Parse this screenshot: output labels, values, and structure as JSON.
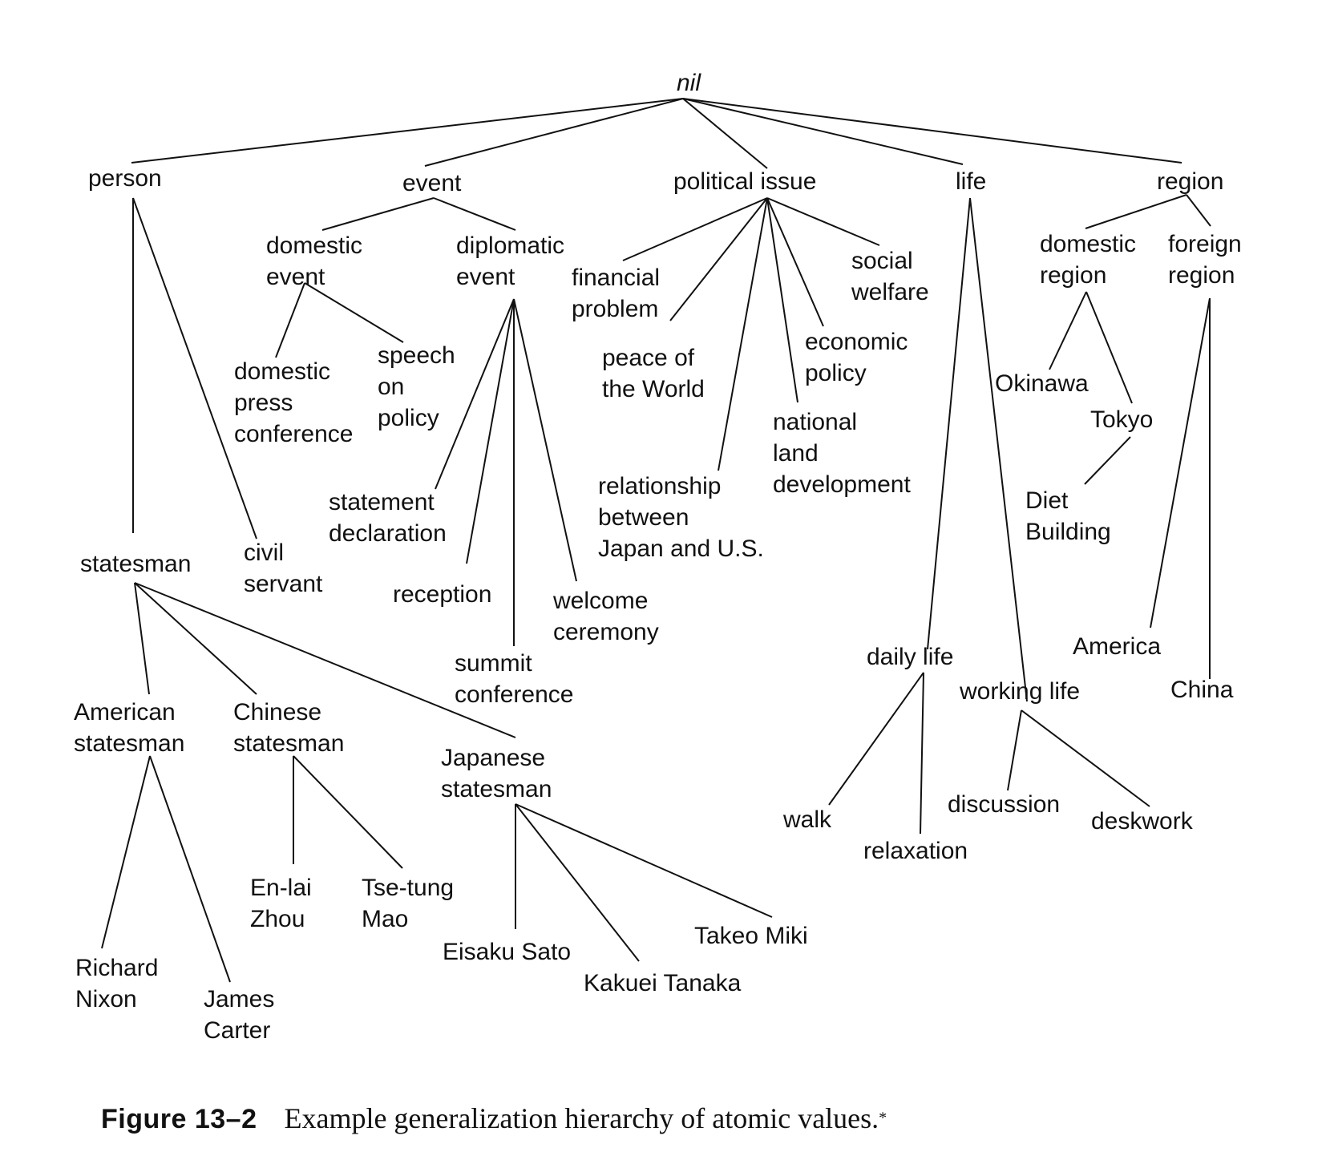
{
  "diagram": {
    "nodes": [
      {
        "id": "nil",
        "lines": [
          "nil"
        ]
      },
      {
        "id": "person",
        "lines": [
          "person"
        ]
      },
      {
        "id": "event",
        "lines": [
          "event"
        ]
      },
      {
        "id": "political-issue",
        "lines": [
          "political issue"
        ]
      },
      {
        "id": "life",
        "lines": [
          "life"
        ]
      },
      {
        "id": "region",
        "lines": [
          "region"
        ]
      },
      {
        "id": "statesman",
        "lines": [
          "statesman"
        ]
      },
      {
        "id": "civil-servant",
        "lines": [
          "civil",
          "servant"
        ]
      },
      {
        "id": "american-statesman",
        "lines": [
          "American",
          "statesman"
        ]
      },
      {
        "id": "chinese-statesman",
        "lines": [
          "Chinese",
          "statesman"
        ]
      },
      {
        "id": "japanese-statesman",
        "lines": [
          "Japanese",
          "statesman"
        ]
      },
      {
        "id": "richard-nixon",
        "lines": [
          "Richard",
          "Nixon"
        ]
      },
      {
        "id": "james-carter",
        "lines": [
          "James",
          "Carter"
        ]
      },
      {
        "id": "en-lai-zhou",
        "lines": [
          "En-lai",
          "Zhou"
        ]
      },
      {
        "id": "tse-tung-mao",
        "lines": [
          "Tse-tung",
          "Mao"
        ]
      },
      {
        "id": "eisaku-sato",
        "lines": [
          "Eisaku Sato"
        ]
      },
      {
        "id": "kakuei-tanaka",
        "lines": [
          "Kakuei Tanaka"
        ]
      },
      {
        "id": "takeo-miki",
        "lines": [
          "Takeo Miki"
        ]
      },
      {
        "id": "domestic-event",
        "lines": [
          "domestic",
          "event"
        ]
      },
      {
        "id": "diplomatic-event",
        "lines": [
          "diplomatic",
          "event"
        ]
      },
      {
        "id": "domestic-press-conference",
        "lines": [
          "domestic",
          "press",
          "conference"
        ]
      },
      {
        "id": "speech-on-policy",
        "lines": [
          "speech",
          "on",
          "policy"
        ]
      },
      {
        "id": "statement-declaration",
        "lines": [
          "statement",
          "declaration"
        ]
      },
      {
        "id": "reception",
        "lines": [
          "reception"
        ]
      },
      {
        "id": "summit-conference",
        "lines": [
          "summit",
          "conference"
        ]
      },
      {
        "id": "welcome-ceremony",
        "lines": [
          "welcome",
          "ceremony"
        ]
      },
      {
        "id": "financial-problem",
        "lines": [
          "financial",
          "problem"
        ]
      },
      {
        "id": "peace-of-the-world",
        "lines": [
          "peace of",
          "the World"
        ]
      },
      {
        "id": "relationship-japan-us",
        "lines": [
          "relationship",
          "between",
          "Japan and U.S."
        ]
      },
      {
        "id": "national-land-development",
        "lines": [
          "national",
          "land",
          "development"
        ]
      },
      {
        "id": "economic-policy",
        "lines": [
          "economic",
          "policy"
        ]
      },
      {
        "id": "social-welfare",
        "lines": [
          "social",
          "welfare"
        ]
      },
      {
        "id": "daily-life",
        "lines": [
          "daily life"
        ]
      },
      {
        "id": "working-life",
        "lines": [
          "working life"
        ]
      },
      {
        "id": "walk",
        "lines": [
          "walk"
        ]
      },
      {
        "id": "relaxation",
        "lines": [
          "relaxation"
        ]
      },
      {
        "id": "discussion",
        "lines": [
          "discussion"
        ]
      },
      {
        "id": "deskwork",
        "lines": [
          "deskwork"
        ]
      },
      {
        "id": "domestic-region",
        "lines": [
          "domestic",
          "region"
        ]
      },
      {
        "id": "foreign-region",
        "lines": [
          "foreign",
          "region"
        ]
      },
      {
        "id": "okinawa",
        "lines": [
          "Okinawa"
        ]
      },
      {
        "id": "tokyo",
        "lines": [
          "Tokyo"
        ]
      },
      {
        "id": "diet-building",
        "lines": [
          "Diet",
          "Building"
        ]
      },
      {
        "id": "america",
        "lines": [
          "America"
        ]
      },
      {
        "id": "china",
        "lines": [
          "China"
        ]
      }
    ],
    "edges": [
      [
        "nil",
        "person"
      ],
      [
        "nil",
        "event"
      ],
      [
        "nil",
        "political-issue"
      ],
      [
        "nil",
        "life"
      ],
      [
        "nil",
        "region"
      ],
      [
        "person",
        "statesman"
      ],
      [
        "person",
        "civil-servant"
      ],
      [
        "statesman",
        "american-statesman"
      ],
      [
        "statesman",
        "chinese-statesman"
      ],
      [
        "statesman",
        "japanese-statesman"
      ],
      [
        "american-statesman",
        "richard-nixon"
      ],
      [
        "american-statesman",
        "james-carter"
      ],
      [
        "chinese-statesman",
        "en-lai-zhou"
      ],
      [
        "chinese-statesman",
        "tse-tung-mao"
      ],
      [
        "japanese-statesman",
        "eisaku-sato"
      ],
      [
        "japanese-statesman",
        "kakuei-tanaka"
      ],
      [
        "japanese-statesman",
        "takeo-miki"
      ],
      [
        "event",
        "domestic-event"
      ],
      [
        "event",
        "diplomatic-event"
      ],
      [
        "domestic-event",
        "domestic-press-conference"
      ],
      [
        "domestic-event",
        "speech-on-policy"
      ],
      [
        "diplomatic-event",
        "statement-declaration"
      ],
      [
        "diplomatic-event",
        "reception"
      ],
      [
        "diplomatic-event",
        "summit-conference"
      ],
      [
        "diplomatic-event",
        "welcome-ceremony"
      ],
      [
        "political-issue",
        "financial-problem"
      ],
      [
        "political-issue",
        "peace-of-the-world"
      ],
      [
        "political-issue",
        "relationship-japan-us"
      ],
      [
        "political-issue",
        "national-land-development"
      ],
      [
        "political-issue",
        "economic-policy"
      ],
      [
        "political-issue",
        "social-welfare"
      ],
      [
        "life",
        "daily-life"
      ],
      [
        "life",
        "working-life"
      ],
      [
        "daily-life",
        "walk"
      ],
      [
        "daily-life",
        "relaxation"
      ],
      [
        "working-life",
        "discussion"
      ],
      [
        "working-life",
        "deskwork"
      ],
      [
        "region",
        "domestic-region"
      ],
      [
        "region",
        "foreign-region"
      ],
      [
        "domestic-region",
        "okinawa"
      ],
      [
        "domestic-region",
        "tokyo"
      ],
      [
        "tokyo",
        "diet-building"
      ],
      [
        "foreign-region",
        "america"
      ],
      [
        "foreign-region",
        "china"
      ]
    ]
  },
  "caption": {
    "label": "Figure 13–2",
    "text": "Example generalization hierarchy of atomic values.",
    "mark": "*"
  }
}
